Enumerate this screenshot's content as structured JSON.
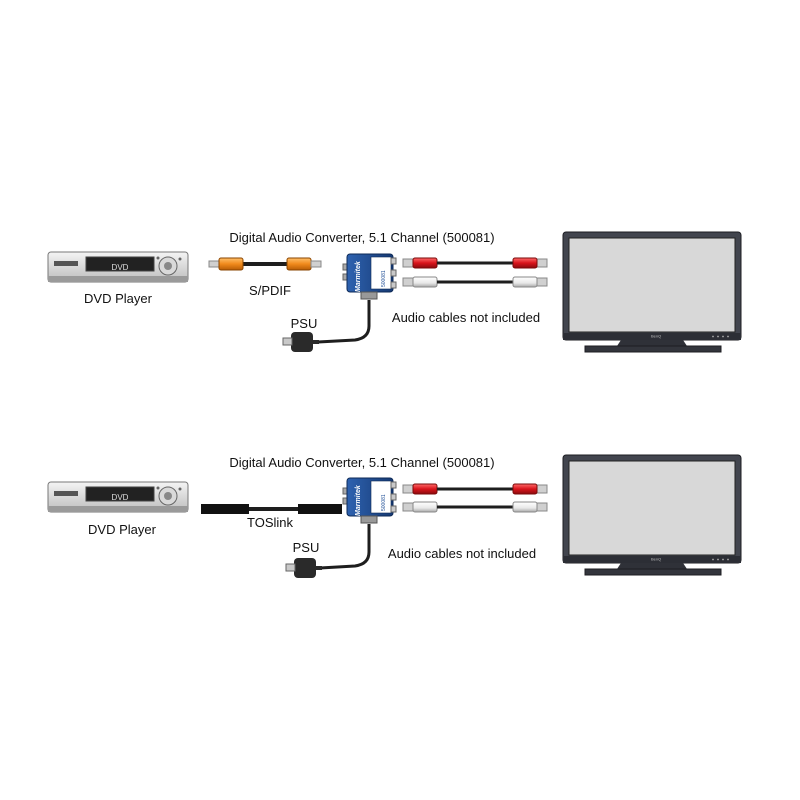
{
  "diagram_top": {
    "title": "Digital Audio Converter, 5.1 Channel (500081)",
    "source_label": "DVD Player",
    "source_display": "DVD",
    "cable_label": "S/PDIF",
    "psu_label": "PSU",
    "note": "Audio cables not included",
    "device_brand": "Marmitek",
    "device_model": "500081"
  },
  "diagram_bottom": {
    "title": "Digital Audio Converter, 5.1 Channel (500081)",
    "source_label": "DVD Player",
    "source_display": "DVD",
    "cable_label": "TOSlink",
    "psu_label": "PSU",
    "note": "Audio cables not included",
    "device_brand": "Marmitek",
    "device_model": "500081"
  },
  "tv_brand": "BenQ",
  "colors": {
    "coax_orange": "#f08a1c",
    "rca_red": "#d9141b",
    "rca_white": "#f2f2f2",
    "device_blue": "#1f4e96",
    "tv_frame": "#3c3f47",
    "tv_screen": "#d6d6d6"
  }
}
